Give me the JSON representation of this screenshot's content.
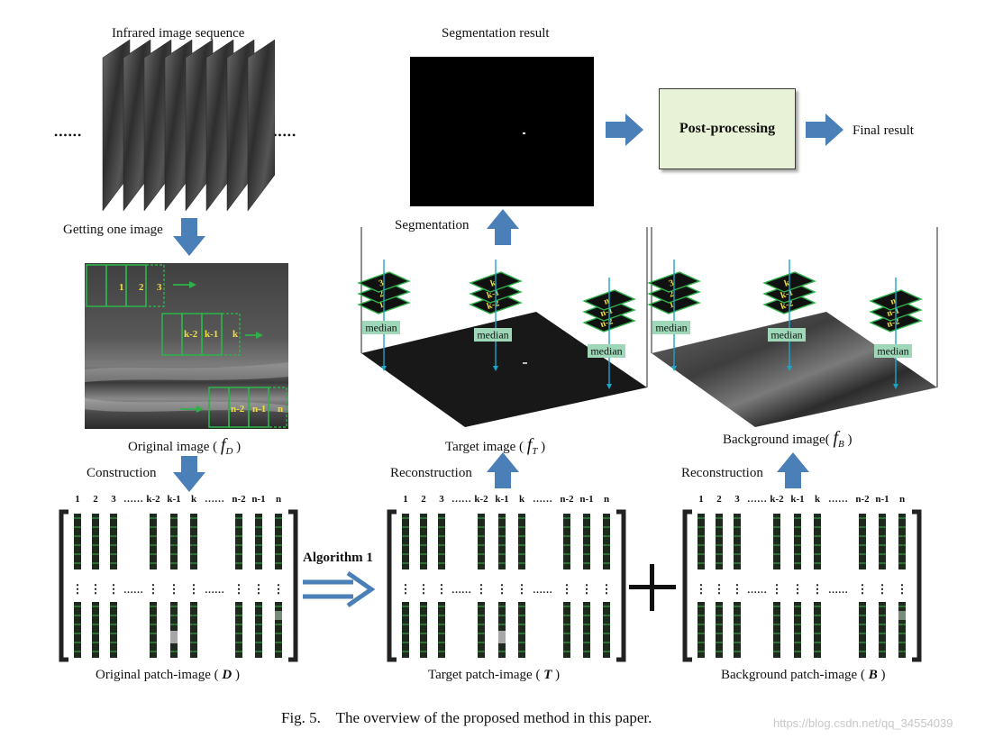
{
  "figure": {
    "caption": "Fig. 5.    The overview of the proposed method in this paper.",
    "watermark": "https://blog.csdn.net/qq_34554039"
  },
  "labels": {
    "infrared_sequence": "Infrared image sequence",
    "getting_one_image": "Getting one image",
    "original_image": "Original image",
    "original_image_symbol": "f",
    "original_image_sub": "D",
    "construction": "Construction",
    "segmentation_result": "Segmentation result",
    "post_processing": "Post-processing",
    "final_result": "Final result",
    "segmentation": "Segmentation",
    "target_image": "Target image",
    "target_image_symbol": "f",
    "target_image_sub": "T",
    "background_image": "Background image",
    "background_image_symbol": "f",
    "background_image_sub": "B",
    "reconstruction": "Reconstruction",
    "algorithm": "Algorithm 1",
    "median": "median",
    "original_patch": "Original patch-image",
    "original_patch_symbol": "D",
    "target_patch": "Target patch-image",
    "target_patch_symbol": "T",
    "background_patch": "Background patch-image",
    "background_patch_symbol": "B",
    "sequence_dots": "••••••",
    "dots_sep": "……",
    "vdots": "⋮"
  },
  "patch_windows": {
    "row1": [
      "1",
      "2",
      "3"
    ],
    "row2": [
      "k-2",
      "k-1",
      "k"
    ],
    "row3": [
      "n-2",
      "n-1",
      "n"
    ]
  },
  "matrix_columns": [
    "1",
    "2",
    "3",
    "……",
    "k-2",
    "k-1",
    "k",
    "……",
    "n-2",
    "n-1",
    "n"
  ],
  "stacks": {
    "first": [
      "3",
      "2",
      "1"
    ],
    "middle": [
      "k",
      "k-1",
      "k-2"
    ],
    "last": [
      "n",
      "n-1",
      "n-2"
    ]
  },
  "colors": {
    "arrow_blue": "#4a7fb8",
    "window_green": "#2fb04a",
    "label_yellow": "#f0e040",
    "median_box": "#9fd8b8",
    "cyan_line": "#1aa6c8",
    "post_box_fill": "#e8f2d6",
    "post_box_border": "#3a3a3a"
  }
}
